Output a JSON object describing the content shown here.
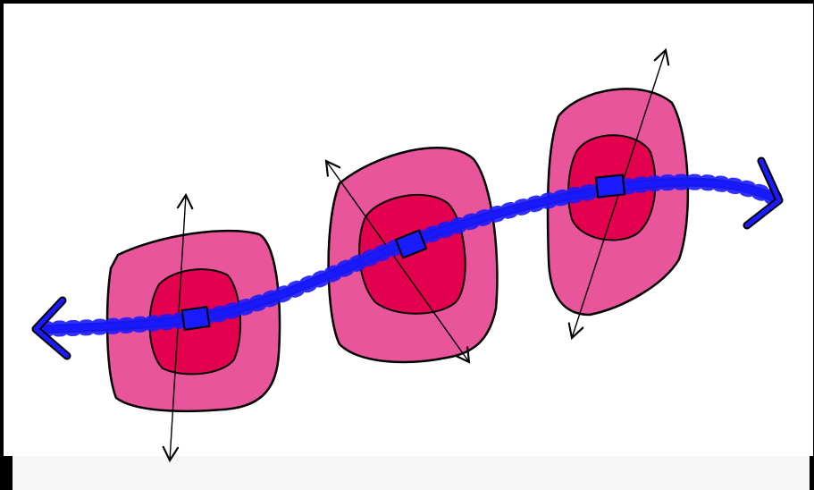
{
  "colors": {
    "background": "#ffffff",
    "frame": "#000000",
    "outer_blob": "#e8559a",
    "inner_blob": "#e3004f",
    "curve": "#1a1aff",
    "curve_dark": "#0c0c8a",
    "outline": "#000000"
  },
  "illustration": {
    "node_count": 3,
    "icons": [
      "double-arrow-curve",
      "concentric-blob",
      "axis-arrow"
    ]
  }
}
